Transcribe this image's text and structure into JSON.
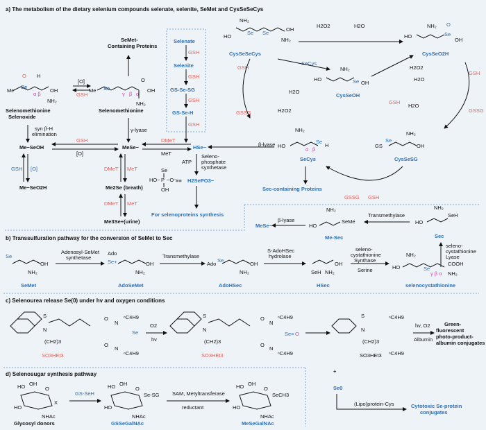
{
  "headers": {
    "a": "a) The metabolism of the dietary selenium compounds selenate, selenite, SeMet and CysSeSeCys",
    "b": "b) Transsulfuration pathway for the conversion of SeMet to Sec",
    "c": "c) Selenourea release Se(0) under hv and oxygen conditions",
    "d": "d) Selenosugar synthesis pathway"
  },
  "panel_a": {
    "semet_proteins": "SeMet-\nContaining Proteins",
    "selenate": "Selenate",
    "selenite": "Selenite",
    "gssg_node": "GS-Se-SG",
    "gseh_node": "GS-Se-H",
    "gsh": "GSH",
    "gssg": "GSSG",
    "o_bracket": "[O]",
    "semet_selenoxide": "Selenomethionine\nSelenoxide",
    "selenomethionine": "Selenomethionine",
    "syn_elim": "syn β-H\nelimination",
    "gamma_lyase": "γ-lyase",
    "beta_lyase": "β-lyase",
    "mesoh": "Me−SeOH",
    "mese_minus": "MeSe−",
    "hse_minus": "HSe−",
    "meseo2h": "Me−SeO2H",
    "dmet": "DMeT",
    "met": "MeT",
    "me2se": "Me2Se (breath)",
    "me3se": "Me3Se+(urine)",
    "atp": "ATP",
    "selenophosphate": "Seleno-\nphosphate\nsynthetase",
    "h2sepo3": "H2SePO3−",
    "for_seleno": "For selenoproteins synthesis",
    "cysesecys": "CysSeSeCys",
    "cysseo2h": "CysSeO2H",
    "cysseoh": "CysSeOH",
    "secys": "SeCys",
    "cyssesg": "CysSeSG",
    "sec_proteins": "Sec-containing Proteins",
    "h2o2": "H2O2",
    "h2o": "H2O",
    "mese_minus_2": "MeSe−",
    "transmethylase": "Transmethylase",
    "me_sec": "Me-Sec",
    "sec": "Sec",
    "seleno_lyase": "seleno-\ncystathionine\nLyase"
  },
  "panel_b": {
    "semet": "SeMet",
    "adomet_synthetase": "Adenosyl-SeMet\nsynthetase",
    "adosemet": "AdoSeMet",
    "transmethylase": "Transmethylase",
    "adohsec": "AdoHSec",
    "s_adohsec": "S-AdoHSec\nhydrolase",
    "hsec": "HSec",
    "cystathionine_synthase": "seleno-\ncystathionine\nSynthase",
    "serine": "Serine",
    "selenocystathionine": "selenocystathionine"
  },
  "panel_c": {
    "o2": "O2",
    "hv": "hv",
    "hv_o2": "hv, O2",
    "albumin": "Albumin",
    "green_fluorescent": "Green-fluorescent\nphoto-product-albumin\nconjugates",
    "se0": "Se0",
    "lipoprotein": "(Lipo)protein-Cys",
    "cytotoxic": "Cytotoxic Se-protein\nconjugates",
    "so3het3": "SO3HEt3",
    "ch2_3": "(CH2)3",
    "nc4h9": "nC4H9"
  },
  "panel_d": {
    "gs_seh": "GS-SeH",
    "sam": "SAM, Metyltransferase",
    "reductant": "reductant",
    "glycosyl": "Glycosyl donors",
    "gssegalnac": "GSSeGalNAc",
    "mesegalnac": "MeSeGalNAc",
    "nhac": "NHAc",
    "x": "X"
  },
  "colors": {
    "blue": "#2b6fb6",
    "red": "#e0605a",
    "magenta": "#d43fb0",
    "background": "#eef3f8"
  }
}
